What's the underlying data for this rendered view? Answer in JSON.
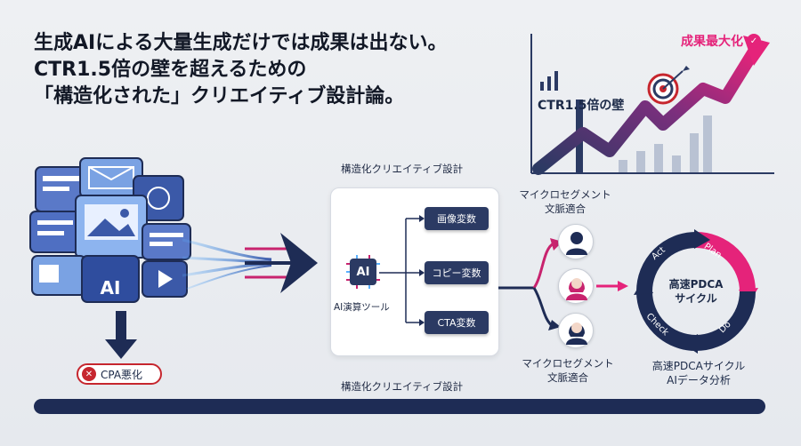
{
  "headline": {
    "line1": "生成AIによる大量生成だけでは成果は出ない。",
    "line2": "CTR1.5倍の壁を超えるための",
    "line3": "「構造化された」クリエイティブ設計論。"
  },
  "chart": {
    "callout": "成果最大化",
    "wall_label": "CTR1.5倍の壁"
  },
  "left": {
    "ai_tile": "AI",
    "cpa_badge": "CPA悪化"
  },
  "center": {
    "top_title": "構造化クリエイティブ設計",
    "bottom_title": "構造化クリエイティブ設計",
    "tool_label": "AI演算ツール",
    "chip": "AI",
    "variables": [
      "画像変数",
      "コピー変数",
      "CTA変数"
    ]
  },
  "segments": {
    "top_label_line1": "マイクロセグメント",
    "top_label_line2": "文脈適合",
    "bottom_label_line1": "マイクロセグメント",
    "bottom_label_line2": "文脈適合"
  },
  "pdca": {
    "center_line1": "高速PDCA",
    "center_line2": "サイクル",
    "plan": "Plan",
    "do": "Do",
    "check": "Check",
    "act": "Act",
    "caption_line1": "高速PDCAサイクル",
    "caption_line2": "AIデータ分析"
  },
  "colors": {
    "navy": "#1e2c55",
    "magenta": "#e5237a",
    "red": "#c6262e"
  }
}
